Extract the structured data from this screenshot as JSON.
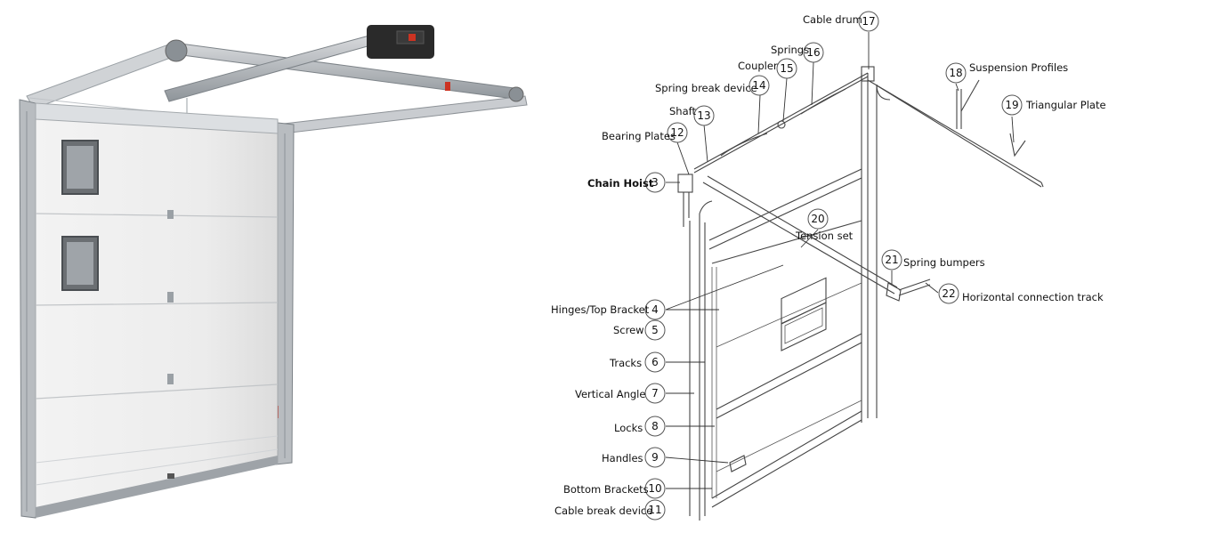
{
  "callouts": [
    {
      "id": "cable-drum",
      "num": "17",
      "label": "Cable drum",
      "bold": false
    },
    {
      "id": "springs",
      "num": "16",
      "label": "Springs",
      "bold": false
    },
    {
      "id": "coupler",
      "num": "15",
      "label": "Coupler",
      "bold": false
    },
    {
      "id": "spring-break-device",
      "num": "14",
      "label": "Spring break device",
      "bold": false
    },
    {
      "id": "shaft",
      "num": "13",
      "label": "Shaft",
      "bold": false
    },
    {
      "id": "bearing-plates",
      "num": "12",
      "label": "Bearing Plates",
      "bold": false
    },
    {
      "id": "chain-hoist",
      "num": "3",
      "label": "Chain Hoist",
      "bold": true
    },
    {
      "id": "suspension-profiles",
      "num": "18",
      "label": "Suspension Profiles",
      "bold": false
    },
    {
      "id": "triangular-plate",
      "num": "19",
      "label": "Triangular Plate",
      "bold": false
    },
    {
      "id": "tension-set",
      "num": "20",
      "label": "Tension set",
      "bold": false
    },
    {
      "id": "spring-bumpers",
      "num": "21",
      "label": "Spring bumpers",
      "bold": false
    },
    {
      "id": "horizontal-connection-track",
      "num": "22",
      "label": "Horizontal connection track",
      "bold": false
    },
    {
      "id": "hinges-top-bracket",
      "num": "4",
      "label": "Hinges/Top Bracket",
      "bold": false
    },
    {
      "id": "screw",
      "num": "5",
      "label": "Screw",
      "bold": false
    },
    {
      "id": "tracks",
      "num": "6",
      "label": "Tracks",
      "bold": false
    },
    {
      "id": "vertical-angle",
      "num": "7",
      "label": "Vertical Angle",
      "bold": false
    },
    {
      "id": "locks",
      "num": "8",
      "label": "Locks",
      "bold": false
    },
    {
      "id": "handles",
      "num": "9",
      "label": "Handles",
      "bold": false
    },
    {
      "id": "bottom-brackets",
      "num": "10",
      "label": "Bottom Brackets",
      "bold": false
    },
    {
      "id": "cable-break-device",
      "num": "11",
      "label": "Cable break device",
      "bold": false
    }
  ],
  "colors": {
    "panel": "#eeeeee",
    "frame": "#b8bcc0",
    "opener": "#2a2a2a",
    "accent": "#cc3322"
  }
}
